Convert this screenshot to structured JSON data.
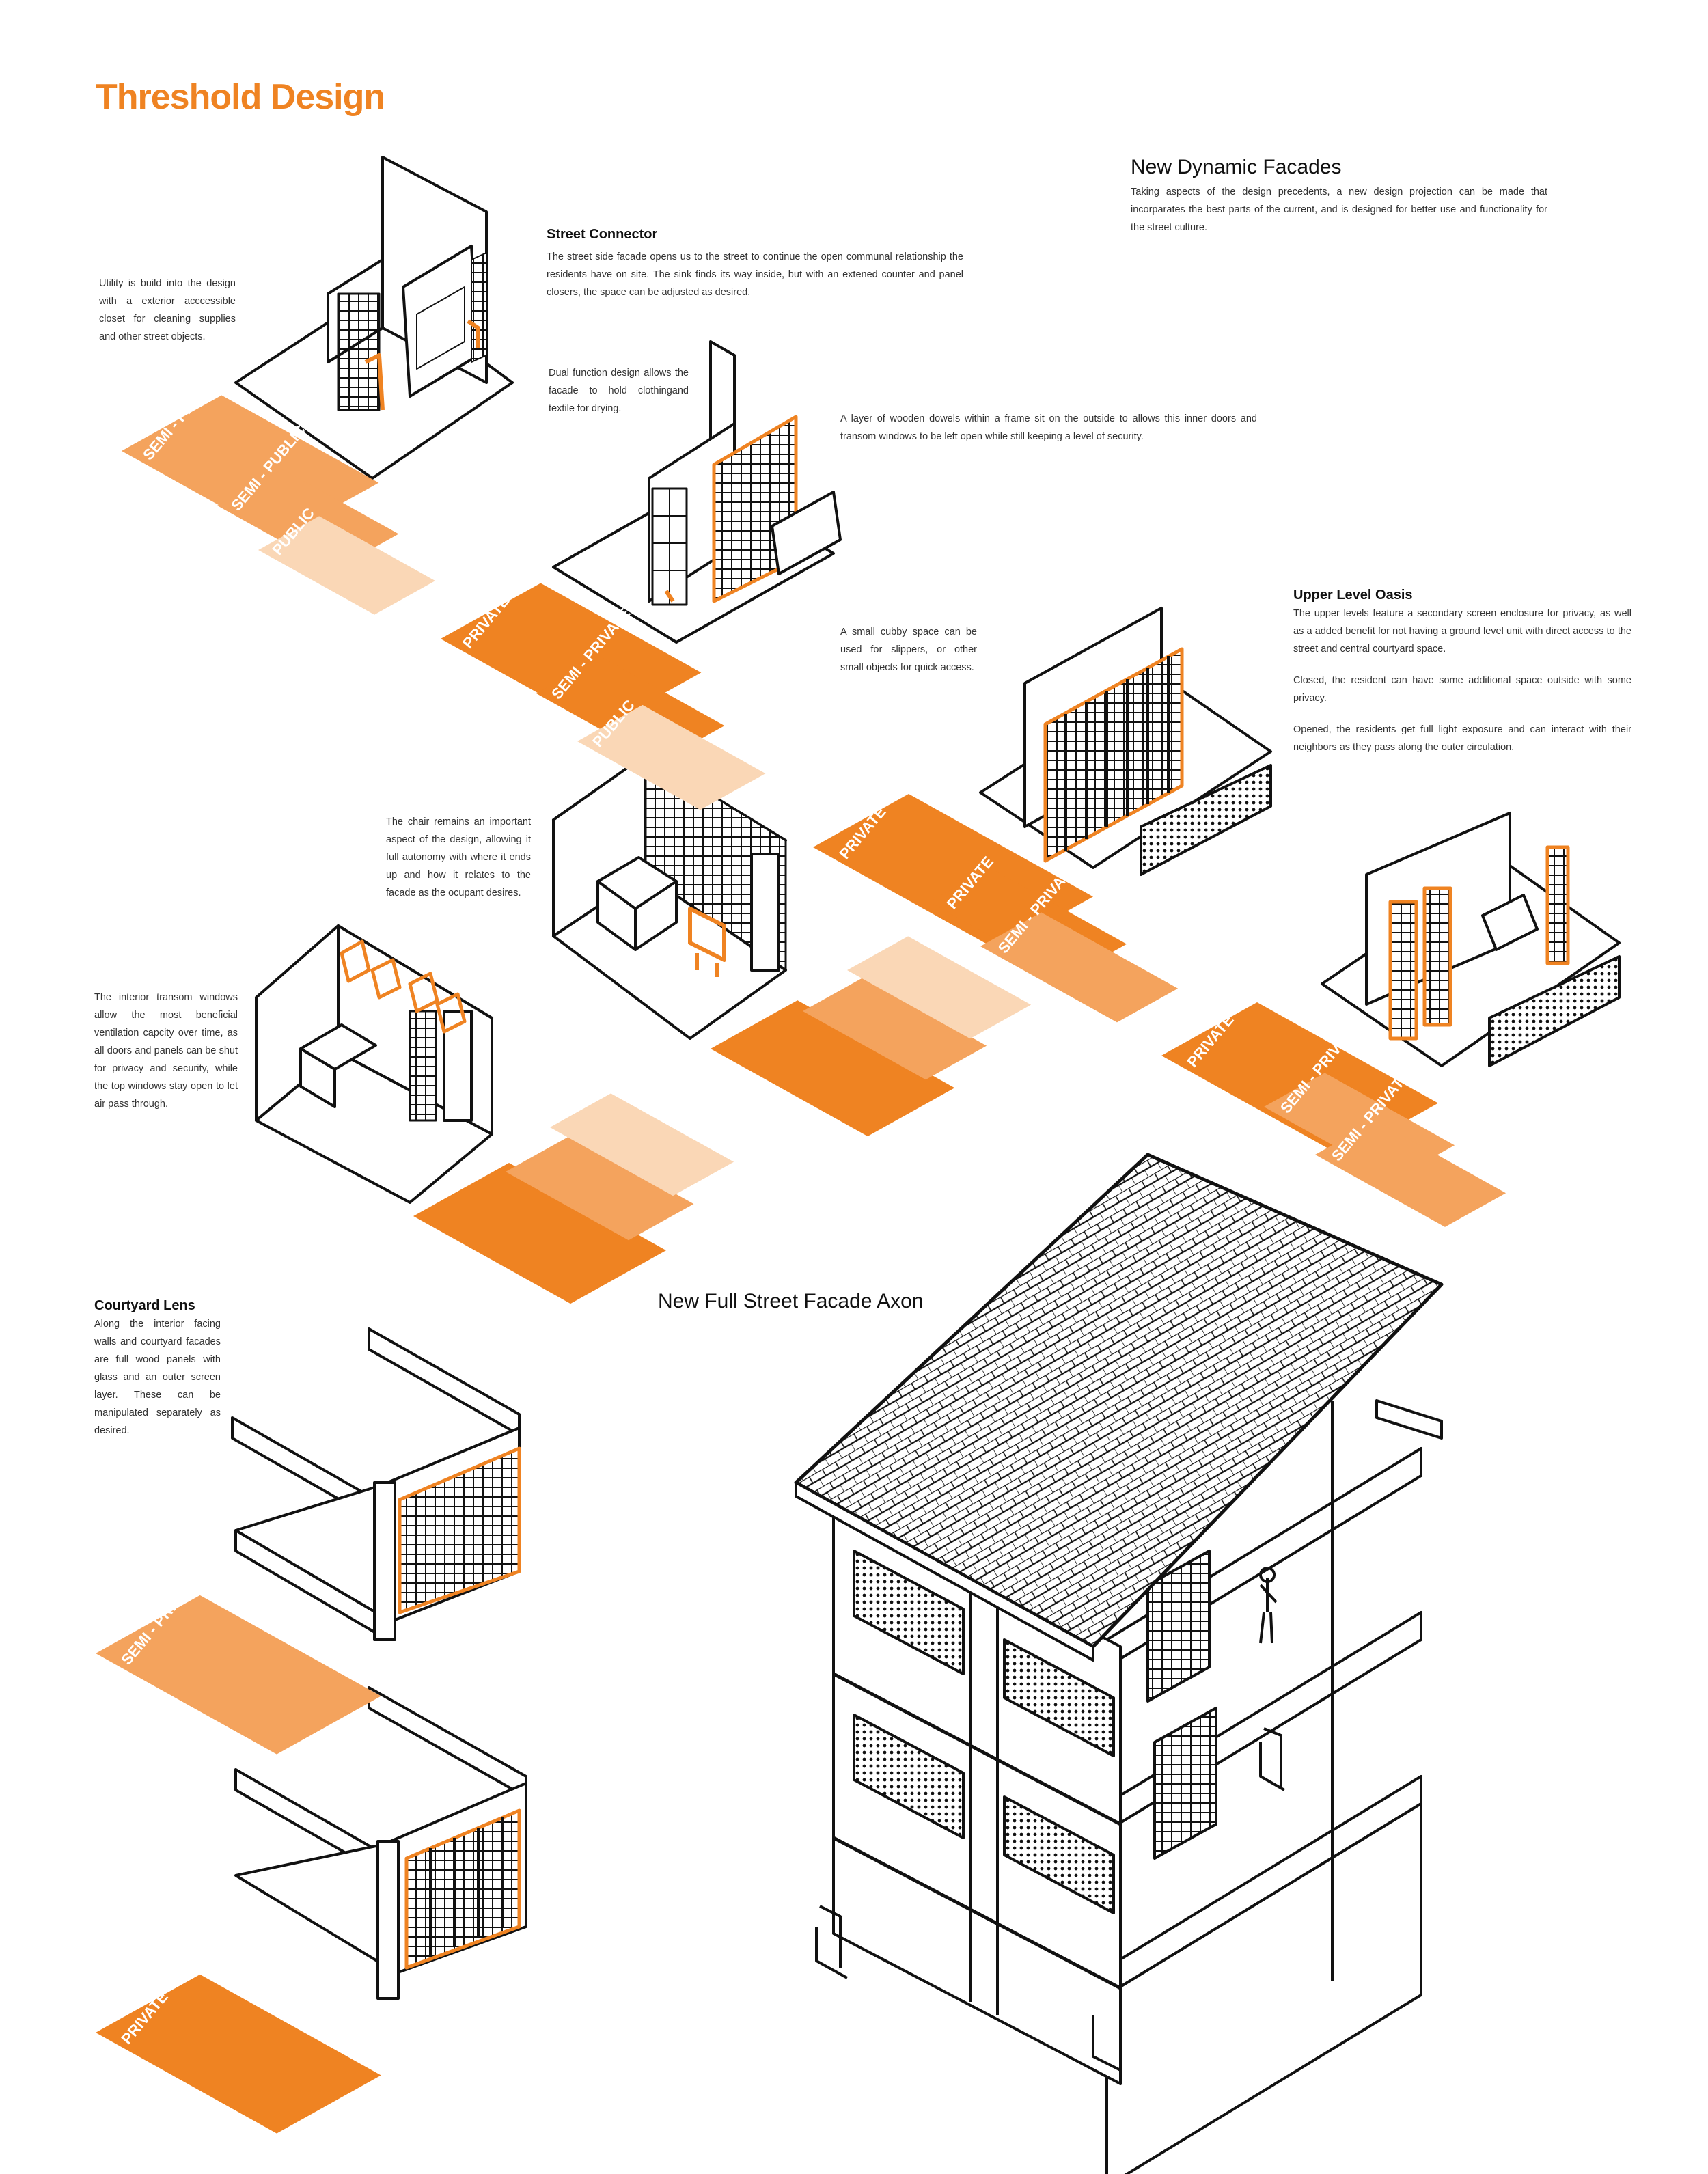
{
  "title": "Threshold Design",
  "colors": {
    "accent": "#ef8322",
    "mid": "#f4a35d",
    "light": "#fad7b6",
    "line": "#111111"
  },
  "sections": {
    "new_dynamic_facades": {
      "heading": "New Dynamic Facades",
      "body": "Taking aspects of the design precedents, a new design projection can be made that incorparates the best parts of the current, and is designed for better use and functionality for the street culture."
    },
    "street_connector": {
      "heading": "Street Connector",
      "body": "The street side facade opens us to the street to continue the open communal relationship the residents have on site. The sink finds its way inside, but with an extened counter and panel closers, the space can be adjusted as desired."
    },
    "upper_level_oasis": {
      "heading": "Upper Level Oasis",
      "body1": "The upper levels feature a secondary screen enclosure for privacy, as well as a added benefit for not having a ground level unit with direct access to the street and central courtyard space.",
      "body2": "Closed, the resident can have some additional space outside with some privacy.",
      "body3": "Opened, the residents get full light exposure and can interact with their neighbors as they pass along the outer circulation."
    },
    "courtyard_lens": {
      "heading": "Courtyard Lens",
      "body": "Along the interior facing walls and courtyard facades are full wood panels with glass and an outer screen layer. These can be manipulated separately as desired."
    },
    "axon": {
      "heading": "New Full Street Facade Axon"
    }
  },
  "notes": {
    "utility": "Utility is build into the design with a exterior acccessible closet for cleaning supplies and other street objects.",
    "dual_function": "Dual function design allows the facade to hold clothingand textile for drying.",
    "dowels": "A layer of wooden dowels within a frame sit on the outside to allows this inner doors and transom windows to be left open while still keeping a level of security.",
    "cubby": "A small cubby space can be used for slippers, or other small objects for quick access.",
    "chair": "The chair remains an important aspect of the design, allowing it full autonomy with where it ends up and how it relates to the facade as the ocupant desires.",
    "transom": "The interior transom windows allow the most beneficial ventilation capcity over time, as all doors and panels can be shut for privacy and security, while the top windows stay open to let air pass through."
  },
  "zone_labels": {
    "private": "PRIVATE",
    "semi_private": "SEMI - PRIVATE",
    "semi_public": "SEMI - PUBLIC",
    "public": "PUBLIC"
  }
}
